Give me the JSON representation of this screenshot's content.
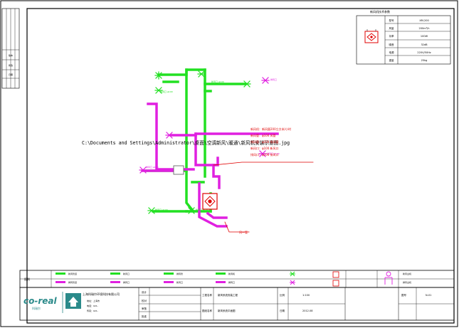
{
  "path_text": "C:\\Documents and Settings\\Administrator\\桌面\\空调新风\\暖通\\新风机安装示意图.jpg",
  "leader_label": "风—管",
  "red_notes": [
    "新风机：新风量200立方米/小时",
    "新风管：φ100 风管",
    "排风管：φ100 排风管",
    "新风口：φ100 新风口",
    "排风口：φ100 排风口"
  ],
  "spec_table": {
    "header": "新风机技术参数",
    "rows": [
      {
        "k": "型号",
        "v": "XM-200"
      },
      {
        "k": "风量",
        "v": "200m³/h"
      },
      {
        "k": "功率",
        "v": "100W"
      },
      {
        "k": "噪音",
        "v": "32dB"
      },
      {
        "k": "电源",
        "v": "220V/50Hz"
      },
      {
        "k": "重量",
        "v": "25kg"
      }
    ]
  },
  "side_strip": [
    "版本",
    "修改",
    "日期"
  ],
  "legend": {
    "title": "图例",
    "items": [
      "新风管道",
      "排风管道",
      "新风口",
      "排风口",
      "排风管",
      "新风口",
      "新风机",
      "排风口",
      "新风主机",
      "排风主机"
    ]
  },
  "title_block": {
    "logo_text": "co-real",
    "logo_sub": "科瑞尔",
    "company": "上海科瑞尔环境科技有限公司",
    "company_lines": [
      "地址：上海市",
      "电话：021-",
      "传真：021-"
    ],
    "fields": [
      "设计",
      "校对",
      "审核",
      "批准",
      "工程名称",
      "图纸名称",
      "比例",
      "日期",
      "图号"
    ],
    "values": [
      "新风系统安装工程",
      "新风系统平面图",
      "1:100",
      "2012.08",
      "N-01"
    ]
  },
  "colors": {
    "green": "#22e022",
    "magenta": "#e020e0",
    "red": "#e00000"
  }
}
